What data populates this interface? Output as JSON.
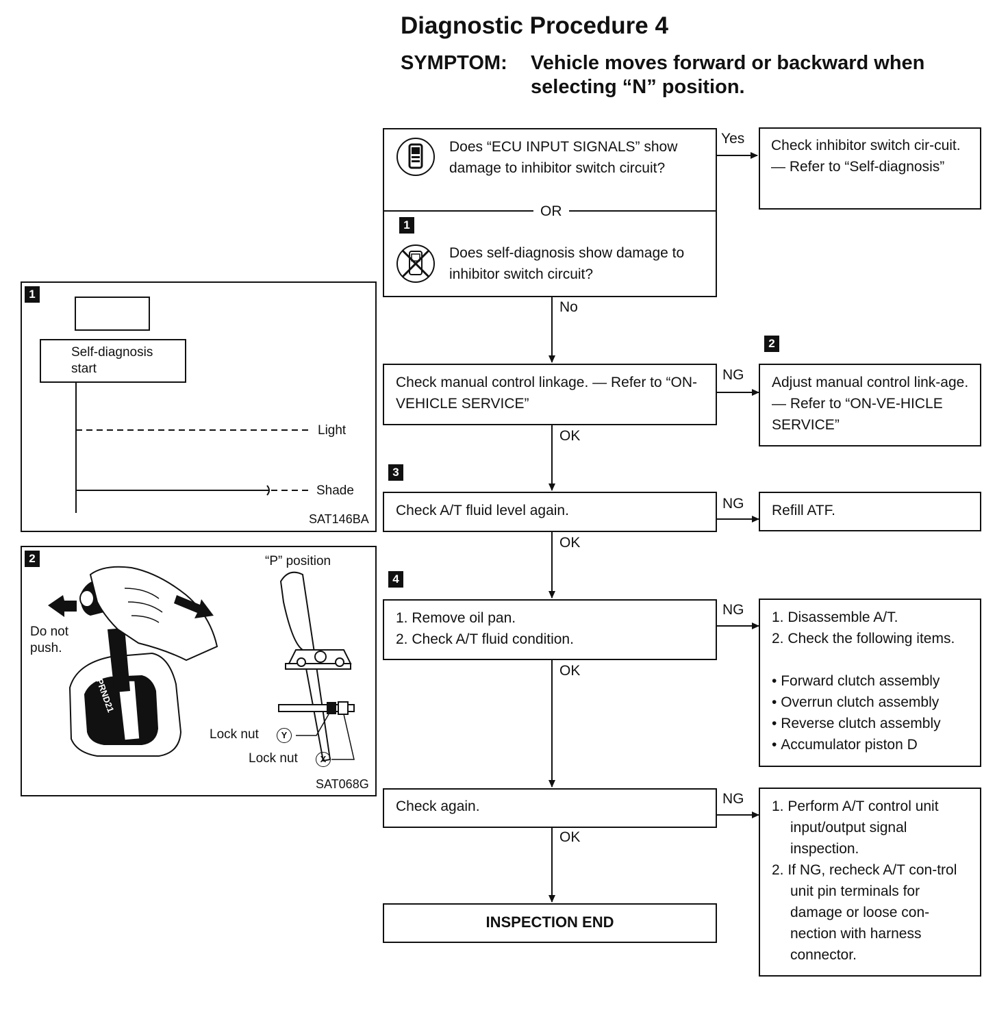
{
  "title": "Diagnostic Procedure 4",
  "symptom": {
    "label": "SYMPTOM:",
    "line1": "Vehicle moves forward or backward when",
    "line2": "selecting “N” position."
  },
  "flow": {
    "q1": {
      "consult_text": "Does “ECU INPUT SIGNALS” show damage to inhibitor switch circuit?",
      "or_label": "OR",
      "tag": "1",
      "nonconsult_text": "Does self-diagnosis show damage to inhibitor switch circuit?",
      "yes_label": "Yes",
      "yes_action": "Check inhibitor switch cir-cuit. — Refer to “Self-diagnosis”",
      "no_label": "No"
    },
    "step2": {
      "text": "Check manual control linkage. — Refer to “ON-VEHICLE SERVICE”",
      "ng_label": "NG",
      "tag": "2",
      "ng_action": "Adjust manual control link-age. — Refer to “ON-VE-HICLE SERVICE”",
      "ok_label": "OK"
    },
    "step3": {
      "tag": "3",
      "text": "Check A/T fluid level again.",
      "ng_label": "NG",
      "ng_action": "Refill ATF.",
      "ok_label": "OK"
    },
    "step4": {
      "tag": "4",
      "items": [
        "1. Remove oil pan.",
        "2. Check A/T fluid condition."
      ],
      "ng_label": "NG",
      "ng_action_steps": [
        "1. Disassemble A/T.",
        "2. Check the following items."
      ],
      "ng_action_bullets": [
        "Forward clutch assembly",
        "Overrun clutch assembly",
        "Reverse clutch assembly",
        "Accumulator piston D"
      ],
      "ok_label": "OK"
    },
    "step5": {
      "text": "Check again.",
      "ng_label": "NG",
      "ng_action_steps": [
        "1. Perform A/T control unit input/output signal inspection.",
        "2. If NG, recheck A/T con-trol unit pin terminals for damage or loose con-nection with harness connector."
      ],
      "ok_label": "OK"
    },
    "end": "INSPECTION END"
  },
  "figure1": {
    "tag": "1",
    "box_label": "Self-diagnosis start",
    "light_label": "Light",
    "shade_label": "Shade",
    "code": "SAT146BA"
  },
  "figure2": {
    "tag": "2",
    "p_position": "“P” position",
    "do_not_push": "Do not push.",
    "gate_letters": [
      "P",
      "R",
      "N",
      "D",
      "2",
      "1"
    ],
    "lock_nut_y": "Lock nut",
    "lock_nut_y_mark": "Y",
    "lock_nut_x": "Lock nut",
    "lock_nut_x_mark": "X",
    "code": "SAT068G"
  }
}
